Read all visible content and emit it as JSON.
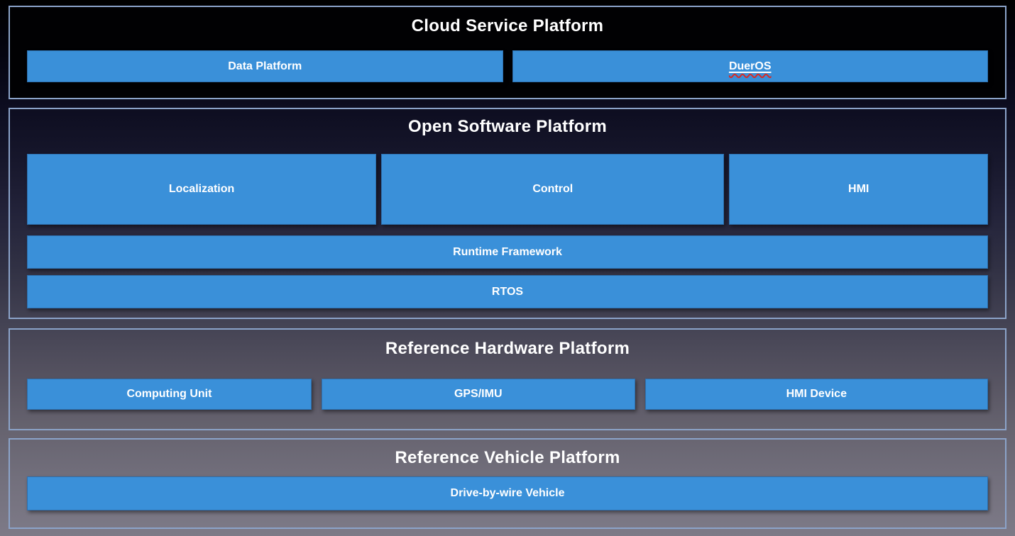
{
  "diagram": {
    "sections": {
      "cloud": {
        "title": "Cloud Service Platform",
        "boxes": {
          "data_platform": "Data Platform",
          "dueros": "DuerOS"
        }
      },
      "software": {
        "title": "Open Software Platform",
        "boxes": {
          "localization": "Localization",
          "control": "Control",
          "hmi": "HMI",
          "runtime_framework": "Runtime Framework",
          "rtos": "RTOS"
        }
      },
      "hardware": {
        "title": "Reference Hardware Platform",
        "boxes": {
          "computing_unit": "Computing Unit",
          "gps_imu": "GPS/IMU",
          "hmi_device": "HMI Device"
        }
      },
      "vehicle": {
        "title": "Reference Vehicle Platform",
        "boxes": {
          "drive_by_wire": "Drive-by-wire Vehicle"
        }
      }
    }
  },
  "colors": {
    "box_blue": "#3a90d9",
    "box_border": "#2d6fae",
    "box_text": "#ffffff",
    "title_text": "#ffffff",
    "section_border": "#8ba3c9",
    "spellcheck_red": "#d92b25",
    "background_top": "#000000",
    "background_bottom": "#7d7a87"
  }
}
